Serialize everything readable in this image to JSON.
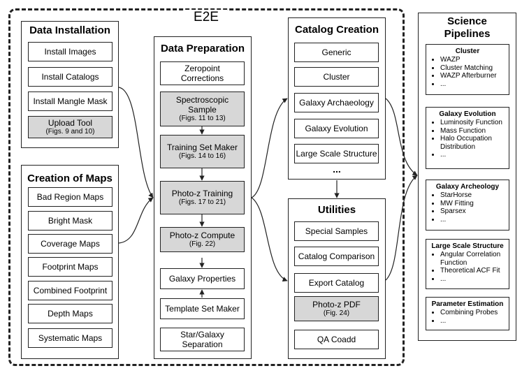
{
  "e2e_title": "E2E",
  "data_installation": {
    "title": "Data Installation",
    "items": [
      {
        "label": "Install Images",
        "sub": ""
      },
      {
        "label": "Install Catalogs",
        "sub": ""
      },
      {
        "label": "Install Mangle Mask",
        "sub": ""
      },
      {
        "label": "Upload Tool",
        "sub": "(Figs. 9 and 10)"
      }
    ]
  },
  "creation_of_maps": {
    "title": "Creation of Maps",
    "items": [
      "Bad Region Maps",
      "Bright Mask",
      "Coverage Maps",
      "Footprint Maps",
      "Combined Footprint",
      "Depth Maps",
      "Systematic Maps"
    ]
  },
  "data_preparation": {
    "title": "Data Preparation",
    "items": [
      {
        "label": "Zeropoint Corrections",
        "sub": ""
      },
      {
        "label": "Spectroscopic Sample",
        "sub": "(Figs. 11 to 13)"
      },
      {
        "label": "Training Set Maker",
        "sub": "(Figs. 14 to 16)"
      },
      {
        "label": "Photo-z Training",
        "sub": "(Figs. 17 to 21)"
      },
      {
        "label": "Photo-z Compute",
        "sub": "(Fig. 22)"
      },
      {
        "label": "Galaxy Properties",
        "sub": ""
      },
      {
        "label": "Template Set Maker",
        "sub": ""
      },
      {
        "label": "Star/Galaxy Separation",
        "sub": ""
      }
    ]
  },
  "catalog_creation": {
    "title": "Catalog Creation",
    "items": [
      "Generic",
      "Cluster",
      "Galaxy Archaeology",
      "Galaxy Evolution",
      "Large Scale Structure"
    ],
    "more": "..."
  },
  "utilities": {
    "title": "Utilities",
    "items": [
      {
        "label": "Special Samples",
        "sub": ""
      },
      {
        "label": "Catalog Comparison",
        "sub": ""
      },
      {
        "label": "Export Catalog",
        "sub": ""
      },
      {
        "label": "Photo-z PDF",
        "sub": "(Fig. 24)"
      },
      {
        "label": "QA Coadd",
        "sub": ""
      }
    ]
  },
  "science_pipelines": {
    "title_line1": "Science",
    "title_line2": "Pipelines",
    "groups": [
      {
        "title": "Cluster",
        "items": [
          "WAZP",
          "Cluster  Matching",
          "WAZP Afterburner",
          "..."
        ]
      },
      {
        "title": "Galaxy Evolution",
        "items": [
          "Luminosity Function",
          "Mass Function",
          "Halo Occupation Distribution",
          "..."
        ]
      },
      {
        "title": "Galaxy Archeology",
        "items": [
          "StarHorse",
          "MW Fitting",
          "Sparsex",
          "..."
        ]
      },
      {
        "title": "Large Scale Structure",
        "items": [
          "Angular Correlation Function",
          "Theoretical ACF Fit",
          "..."
        ]
      },
      {
        "title": "Parameter Estimation",
        "items": [
          "Combining Probes",
          "..."
        ]
      }
    ]
  }
}
